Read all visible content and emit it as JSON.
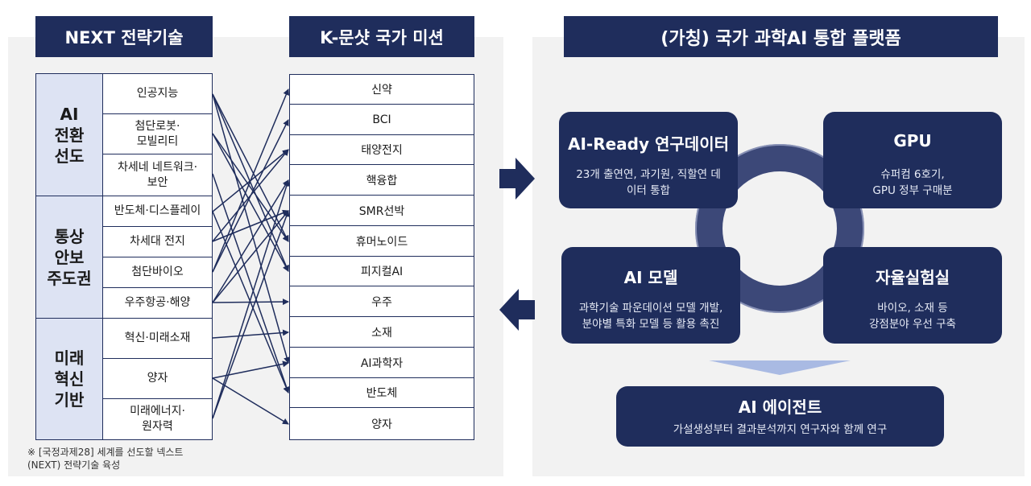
{
  "left_panel": {
    "title": "NEXT 전략기술",
    "groups": [
      {
        "label": "AI\n전환\n선도",
        "items": [
          "인공지능",
          "첨단로봇·\n모빌리티",
          "차세네 네트워크·\n보안"
        ]
      },
      {
        "label": "통상\n안보\n주도권",
        "items": [
          "반도체·디스플레이",
          "차세대 전지",
          "첨단바이오",
          "우주항공·해양"
        ]
      },
      {
        "label": "미래\n혁신\n기반",
        "items": [
          "혁신·미래소재",
          "양자",
          "미래에너지·\n원자력"
        ]
      }
    ],
    "footnote": "※ [국정과제28] 세계를 선도할 넥스트\n(NEXT) 전략기술 육성"
  },
  "middle_panel": {
    "title": "K-문샷 국가 미션",
    "missions": [
      "신약",
      "BCI",
      "태양전지",
      "핵융합",
      "SMR선박",
      "휴머노이드",
      "피지컬AI",
      "우주",
      "소재",
      "AI과학자",
      "반도체",
      "양자"
    ]
  },
  "connections": [
    [
      0,
      6
    ],
    [
      0,
      9
    ],
    [
      0,
      5
    ],
    [
      1,
      5
    ],
    [
      1,
      6
    ],
    [
      2,
      10
    ],
    [
      3,
      10
    ],
    [
      3,
      2
    ],
    [
      4,
      4
    ],
    [
      4,
      2
    ],
    [
      5,
      0
    ],
    [
      5,
      1
    ],
    [
      6,
      7
    ],
    [
      6,
      4
    ],
    [
      6,
      3
    ],
    [
      7,
      8
    ],
    [
      8,
      9
    ],
    [
      8,
      11
    ],
    [
      9,
      3
    ],
    [
      9,
      4
    ]
  ],
  "right_panel": {
    "title": "(가칭) 국가 과학AI 통합 플랫폼",
    "boxes": {
      "ai_ready": {
        "title": "AI-Ready 연구데이터",
        "desc": "23개 출연연, 과기원, 직할연 데\n이터 통합"
      },
      "gpu": {
        "title": "GPU",
        "desc": "슈퍼컴 6호기,\nGPU 정부 구매분"
      },
      "ai_model": {
        "title": "AI 모델",
        "desc": "과학기술 파운데이션 모델 개발,\n분야별 특화 모델 등 활용 촉진"
      },
      "autolab": {
        "title": "자율실험실",
        "desc": "바이오, 소재 등\n강점분야 우선 구축"
      },
      "agent": {
        "title": "AI 에이전트",
        "desc": "가설생성부터 결과분석까지 연구자와 함께 연구"
      }
    }
  },
  "colors": {
    "navy": "#1f2d5c",
    "label_bg": "#dde3f3",
    "panel_bg": "#f2f2f2"
  }
}
